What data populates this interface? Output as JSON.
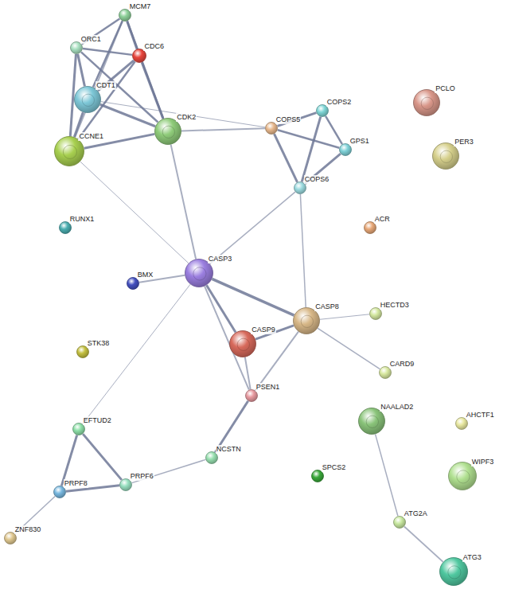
{
  "diagram": {
    "nodes": [
      {
        "text": [
          "MCM7"
        ]
      },
      {
        "text": [
          "ORC1"
        ]
      },
      {
        "text": [
          "CDC6"
        ]
      },
      {
        "text": [
          "CDT1"
        ]
      },
      {
        "text": [
          "COPS2"
        ]
      },
      {
        "text": [
          "PCLO"
        ]
      },
      {
        "text": [
          "COPS5"
        ]
      },
      {
        "text": [
          "CDK2"
        ]
      },
      {
        "text": [
          "GPS1"
        ]
      },
      {
        "text": [
          "CCNE1"
        ]
      },
      {
        "text": [
          "PER3"
        ]
      },
      {
        "text": [
          "COPS6"
        ]
      },
      {
        "text": [
          "RUNX1"
        ]
      },
      {
        "text": [
          "ACR"
        ]
      },
      {
        "text": [
          "CASP3"
        ]
      },
      {
        "text": [
          "BMX"
        ]
      },
      {
        "text": [
          "HECTD3"
        ]
      },
      {
        "text": [
          "CASP8"
        ]
      },
      {
        "text": [
          "CASP9"
        ]
      },
      {
        "text": [
          "STK38"
        ]
      },
      {
        "text": [
          "CARD9"
        ]
      },
      {
        "text": [
          "PSEN1"
        ]
      },
      {
        "text": [
          "NAALAD2"
        ]
      },
      {
        "text": [
          "AHCTF1"
        ]
      },
      {
        "text": [
          "EFTUD2"
        ]
      },
      {
        "text": [
          "NCSTN"
        ]
      },
      {
        "text": [
          "SPCS2"
        ]
      },
      {
        "text": [
          "WIPF3"
        ]
      },
      {
        "text": [
          "PRPF6"
        ]
      },
      {
        "text": [
          "PRPF8"
        ]
      },
      {
        "text": [
          "ATG2A"
        ]
      },
      {
        "text": [
          "ZNF830"
        ]
      },
      {
        "text": [
          "ATG3"
        ]
      }
    ],
    "edges": [
      {
        "from": 0,
        "to": 1,
        "arrow": "none"
      },
      {
        "from": 0,
        "to": 2,
        "arrow": "none"
      },
      {
        "from": 0,
        "to": 3,
        "arrow": "none"
      },
      {
        "from": 0,
        "to": 7,
        "arrow": "none"
      },
      {
        "from": 0,
        "to": 9,
        "arrow": "none"
      },
      {
        "from": 1,
        "to": 2,
        "arrow": "none"
      },
      {
        "from": 1,
        "to": 3,
        "arrow": "none"
      },
      {
        "from": 1,
        "to": 9,
        "arrow": "none"
      },
      {
        "from": 1,
        "to": 7,
        "arrow": "none"
      },
      {
        "from": 2,
        "to": 3,
        "arrow": "none"
      },
      {
        "from": 2,
        "to": 7,
        "arrow": "none"
      },
      {
        "from": 2,
        "to": 9,
        "arrow": "none"
      },
      {
        "from": 3,
        "to": 9,
        "arrow": "none"
      },
      {
        "from": 3,
        "to": 7,
        "arrow": "none"
      },
      {
        "from": 3,
        "to": 6,
        "arrow": "none"
      },
      {
        "from": 9,
        "to": 7,
        "arrow": "none"
      },
      {
        "from": 7,
        "to": 6,
        "arrow": "none"
      },
      {
        "from": 9,
        "to": 14,
        "arrow": "none"
      },
      {
        "from": 7,
        "to": 14,
        "arrow": "none"
      },
      {
        "from": 6,
        "to": 4,
        "arrow": "none"
      },
      {
        "from": 6,
        "to": 8,
        "arrow": "none"
      },
      {
        "from": 6,
        "to": 11,
        "arrow": "none"
      },
      {
        "from": 4,
        "to": 8,
        "arrow": "none"
      },
      {
        "from": 4,
        "to": 11,
        "arrow": "none"
      },
      {
        "from": 8,
        "to": 11,
        "arrow": "none"
      },
      {
        "from": 11,
        "to": 14,
        "arrow": "none"
      },
      {
        "from": 11,
        "to": 17,
        "arrow": "none"
      },
      {
        "from": 15,
        "to": 14,
        "arrow": "none"
      },
      {
        "from": 14,
        "to": 17,
        "arrow": "none"
      },
      {
        "from": 14,
        "to": 18,
        "arrow": "none"
      },
      {
        "from": 14,
        "to": 21,
        "arrow": "none"
      },
      {
        "from": 14,
        "to": 24,
        "arrow": "none"
      },
      {
        "from": 18,
        "to": 17,
        "arrow": "none"
      },
      {
        "from": 18,
        "to": 21,
        "arrow": "none"
      },
      {
        "from": 17,
        "to": 21,
        "arrow": "none"
      },
      {
        "from": 17,
        "to": 16,
        "arrow": "none"
      },
      {
        "from": 17,
        "to": 20,
        "arrow": "none"
      },
      {
        "from": 21,
        "to": 25,
        "arrow": "none"
      },
      {
        "from": 25,
        "to": 28,
        "arrow": "none"
      },
      {
        "from": 24,
        "to": 29,
        "arrow": "none"
      },
      {
        "from": 24,
        "to": 28,
        "arrow": "none"
      },
      {
        "from": 29,
        "to": 28,
        "arrow": "none"
      },
      {
        "from": 29,
        "to": 31,
        "arrow": "none"
      },
      {
        "from": 22,
        "to": 30,
        "arrow": "none"
      },
      {
        "from": 30,
        "to": 32,
        "arrow": "none"
      }
    ]
  }
}
